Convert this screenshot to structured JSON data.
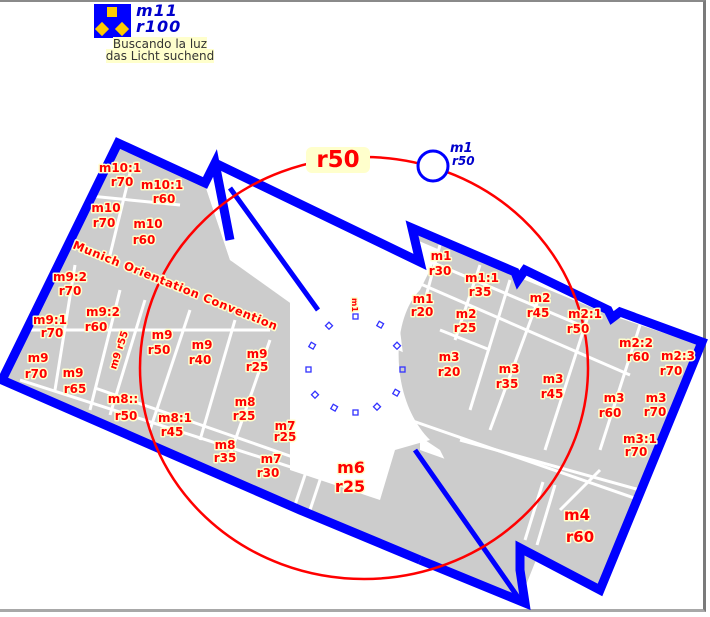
{
  "legend": {
    "icon": "sun-triangle-squares-icon",
    "magnitude": "m11",
    "radius": "r100",
    "caption_es": "Buscando la luz",
    "caption_de": "das Licht suchend"
  },
  "circle": {
    "label": "r50",
    "color": "#ff0000"
  },
  "marker": {
    "magnitude": "m1",
    "radius": "r50",
    "color": "#0000ff"
  },
  "center_marker": {
    "label": "m1"
  },
  "street": {
    "label": "Munich Orientation Convention"
  },
  "colors": {
    "wall": "#0000ff",
    "floor": "#cccccc",
    "label": "#ff0000",
    "label_halo": "#ffffcc",
    "pillars": "#3333ff"
  },
  "rooms": [
    {
      "m": "m10:1",
      "r": "r70"
    },
    {
      "m": "m10:1",
      "r": "r60"
    },
    {
      "m": "m10",
      "r": "r70"
    },
    {
      "m": "m10",
      "r": "r60"
    },
    {
      "m": "m9:2",
      "r": "r70"
    },
    {
      "m": "m9:2",
      "r": "r60"
    },
    {
      "m": "m9:1",
      "r": "r70"
    },
    {
      "m": "m9",
      "r": "r70"
    },
    {
      "m": "m9",
      "r": "r65"
    },
    {
      "m": "m9 r55",
      "r": ""
    },
    {
      "m": "m9",
      "r": "r50"
    },
    {
      "m": "m9",
      "r": "r40"
    },
    {
      "m": "m9",
      "r": "r25"
    },
    {
      "m": "m8::",
      "r": "r50"
    },
    {
      "m": "m8:1",
      "r": "r45"
    },
    {
      "m": "m8",
      "r": "r25"
    },
    {
      "m": "m8",
      "r": "r35"
    },
    {
      "m": "m7",
      "r": "r25"
    },
    {
      "m": "m7",
      "r": "r30"
    },
    {
      "m": "m6",
      "r": "r25"
    },
    {
      "m": "m1",
      "r": "r30"
    },
    {
      "m": "m1:1",
      "r": "r35"
    },
    {
      "m": "m1",
      "r": "r20"
    },
    {
      "m": "m2",
      "r": "r25"
    },
    {
      "m": "m2",
      "r": "r45"
    },
    {
      "m": "m2:1",
      "r": "r50"
    },
    {
      "m": "m2:2",
      "r": "r60"
    },
    {
      "m": "m2:3",
      "r": "r70"
    },
    {
      "m": "m3",
      "r": "r20"
    },
    {
      "m": "m3",
      "r": "r35"
    },
    {
      "m": "m3",
      "r": "r45"
    },
    {
      "m": "m3",
      "r": "r60"
    },
    {
      "m": "m3",
      "r": "r70"
    },
    {
      "m": "m3:1",
      "r": "r70"
    },
    {
      "m": "m4",
      "r": "r60"
    }
  ]
}
